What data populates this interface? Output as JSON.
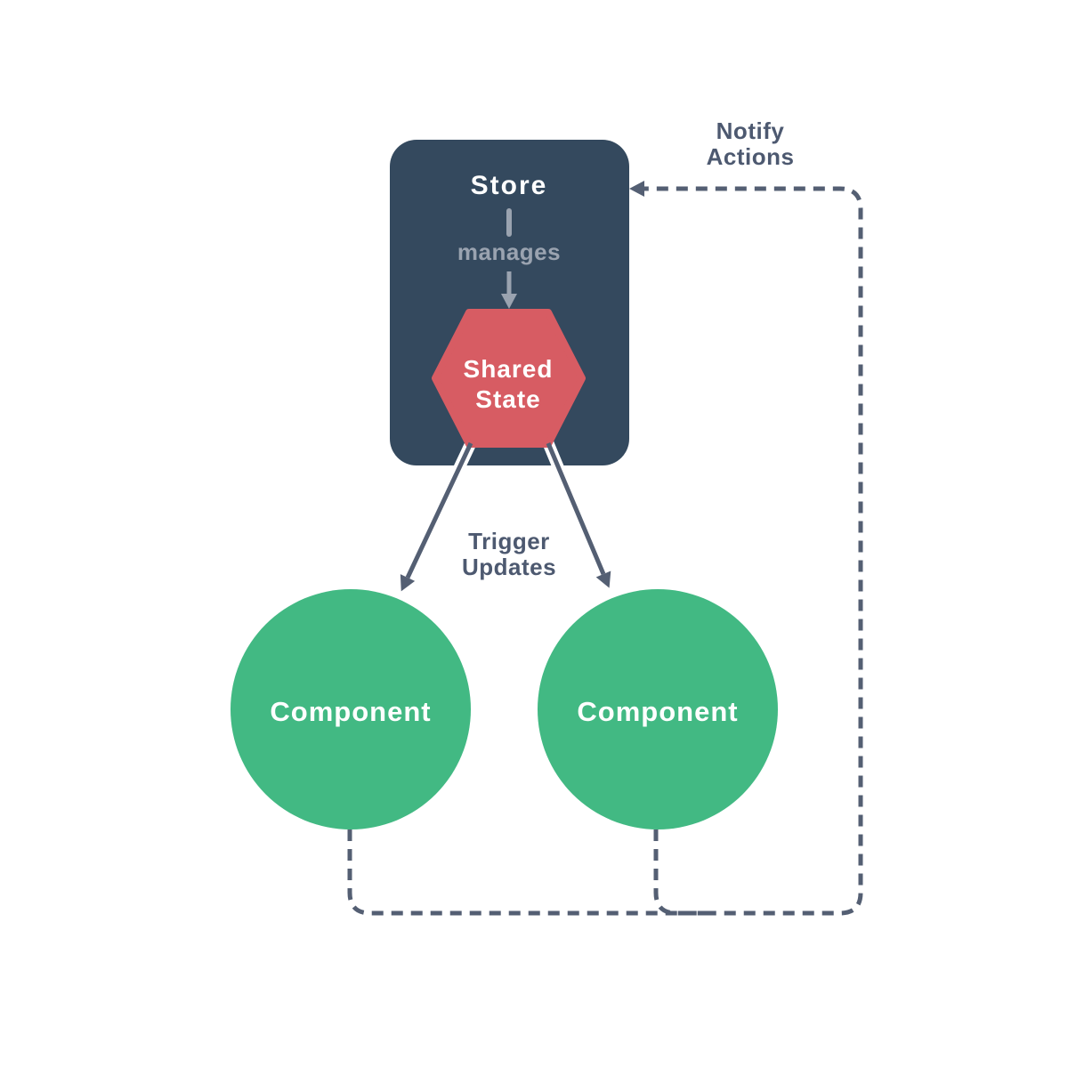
{
  "colors": {
    "background": "#ffffff",
    "store_fill": "#34495e",
    "state_fill": "#d75c63",
    "component_fill": "#42b983",
    "line": "#545f73",
    "label": "#4d5970",
    "muted": "#9aa3b0",
    "text_light": "#ffffff"
  },
  "store": {
    "title": "Store",
    "manages_label": "manages"
  },
  "shared_state": {
    "line1": "Shared",
    "line2": "State"
  },
  "components": [
    {
      "label": "Component"
    },
    {
      "label": "Component"
    }
  ],
  "edges": {
    "notify_line1": "Notify",
    "notify_line2": "Actions",
    "trigger_line1": "Trigger",
    "trigger_line2": "Updates"
  }
}
